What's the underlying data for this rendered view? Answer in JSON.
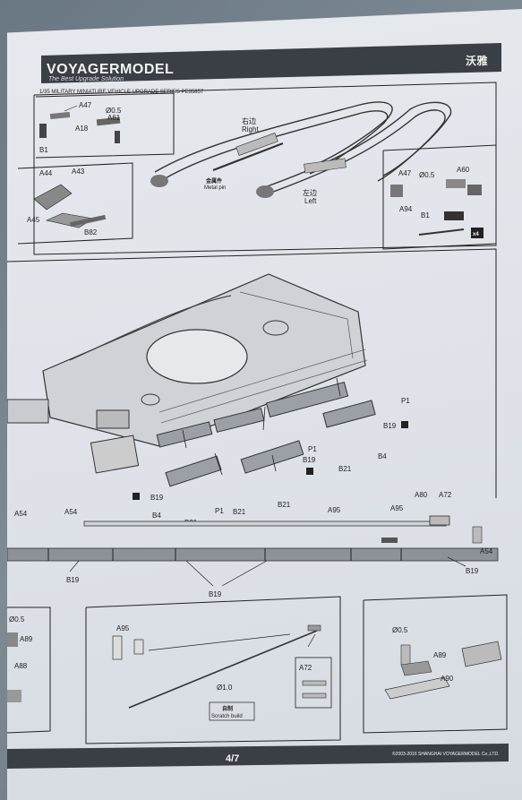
{
  "header": {
    "brand": "VOYAGERMODEL",
    "tagline": "The Best Upgrade Solution",
    "brand_cn": "沃雅",
    "series_line": "1/35 MILITARY MINIATURE VEHICLE UPGRADE SERIES PE35857"
  },
  "top": {
    "right_cn": "右边",
    "right_en": "Right",
    "left_cn": "左边",
    "left_en": "Left",
    "metal_pin_cn": "金属件",
    "metal_pin_en": "Metal pin",
    "inset_tl": {
      "a47": "A47",
      "d05": "Ø0.5",
      "a61": "A61",
      "a18": "A18",
      "b1": "B1"
    },
    "inset_ml": {
      "a44": "A44",
      "a43": "A43",
      "a45": "A45",
      "b82": "B82"
    },
    "inset_r": {
      "a47": "A47",
      "d05": "Ø0.5",
      "a60": "A60",
      "a94": "A94",
      "b1": "B1",
      "x4": "x4"
    }
  },
  "middle": {
    "p1a": "P1",
    "b19a": "B19",
    "b4a": "B4",
    "p1b": "P1",
    "b19b": "B19",
    "b21a": "B21",
    "b21b": "B21",
    "b19c": "B19",
    "b4b": "B4",
    "b21c": "B21",
    "p1c": "P1",
    "b21d": "B21"
  },
  "rail": {
    "a54a": "A54",
    "a54b": "A54",
    "a95a": "A95",
    "a95b": "A95",
    "a80": "A80",
    "a72": "A72",
    "a54c": "A54",
    "b19a": "B19",
    "b19b": "B19",
    "b19c": "B19"
  },
  "bottom": {
    "left": {
      "d05": "Ø0.5",
      "a89": "A89",
      "a88": "A88"
    },
    "center": {
      "a95": "A95",
      "a72": "A72",
      "d10": "Ø1.0",
      "scratch_cn": "自制",
      "scratch_en": "Scratch build"
    },
    "right": {
      "d05": "Ø0.5",
      "a89": "A89",
      "a90": "A90"
    }
  },
  "footer": {
    "page": "4/7",
    "copyright": "©2003-2016 SHANGHAI VOYAGERMODEL Co.,LTD."
  }
}
